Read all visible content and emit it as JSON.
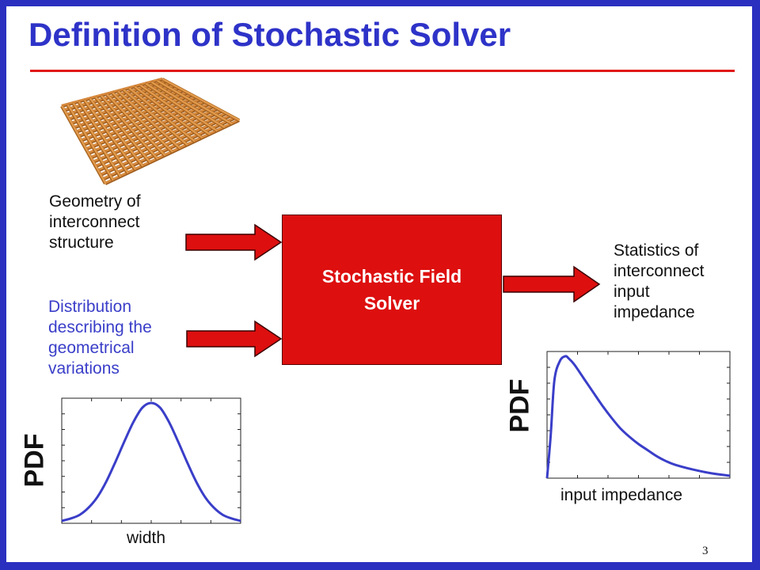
{
  "title": "Definition of Stochastic Solver",
  "inputs": {
    "geometry_lines": [
      "Geometry of",
      "interconnect",
      "structure"
    ],
    "distribution_lines": [
      "Distribution",
      "describing the",
      "geometrical",
      "variations"
    ]
  },
  "solver": {
    "lines": [
      "Stochastic Field",
      "Solver"
    ]
  },
  "output": {
    "lines": [
      "Statistics of",
      "interconnect",
      "input",
      "impedance"
    ]
  },
  "left_plot": {
    "ylabel": "PDF",
    "xlabel": "width"
  },
  "right_plot": {
    "ylabel": "PDF",
    "xlabel": "input impedance"
  },
  "page_number": "3",
  "colors": {
    "frame": "#2a2fc0",
    "title": "#2e33c8",
    "accent_red": "#e01818",
    "solver_fill": "#dd0f0f",
    "curve": "#3a3ec8",
    "grid_wood": "#d98a3d"
  },
  "icons": {
    "structure": "interconnect-grid-icon",
    "arrow": "right-arrow-icon"
  },
  "chart_data": [
    {
      "type": "line",
      "xlabel": "width",
      "ylabel": "PDF",
      "series": [
        {
          "x": [
            0,
            0.05,
            0.1,
            0.15,
            0.2,
            0.25,
            0.3,
            0.35,
            0.4,
            0.45,
            0.5,
            0.55,
            0.6,
            0.65,
            0.7,
            0.75,
            0.8,
            0.85,
            0.9,
            0.95,
            1.0
          ],
          "values": [
            0.02,
            0.04,
            0.07,
            0.13,
            0.22,
            0.35,
            0.51,
            0.68,
            0.84,
            0.96,
            1.0,
            0.96,
            0.84,
            0.68,
            0.51,
            0.35,
            0.22,
            0.13,
            0.07,
            0.04,
            0.02
          ]
        }
      ]
    },
    {
      "type": "line",
      "xlabel": "input impedance",
      "ylabel": "PDF",
      "series": [
        {
          "x": [
            0,
            0.02,
            0.04,
            0.07,
            0.1,
            0.12,
            0.15,
            0.2,
            0.25,
            0.3,
            0.35,
            0.4,
            0.45,
            0.5,
            0.55,
            0.6,
            0.65,
            0.7,
            0.8,
            0.9,
            1.0
          ],
          "values": [
            0.0,
            0.35,
            0.8,
            0.96,
            1.0,
            0.98,
            0.93,
            0.82,
            0.71,
            0.6,
            0.5,
            0.41,
            0.34,
            0.28,
            0.23,
            0.18,
            0.14,
            0.11,
            0.07,
            0.04,
            0.02
          ]
        }
      ]
    }
  ]
}
